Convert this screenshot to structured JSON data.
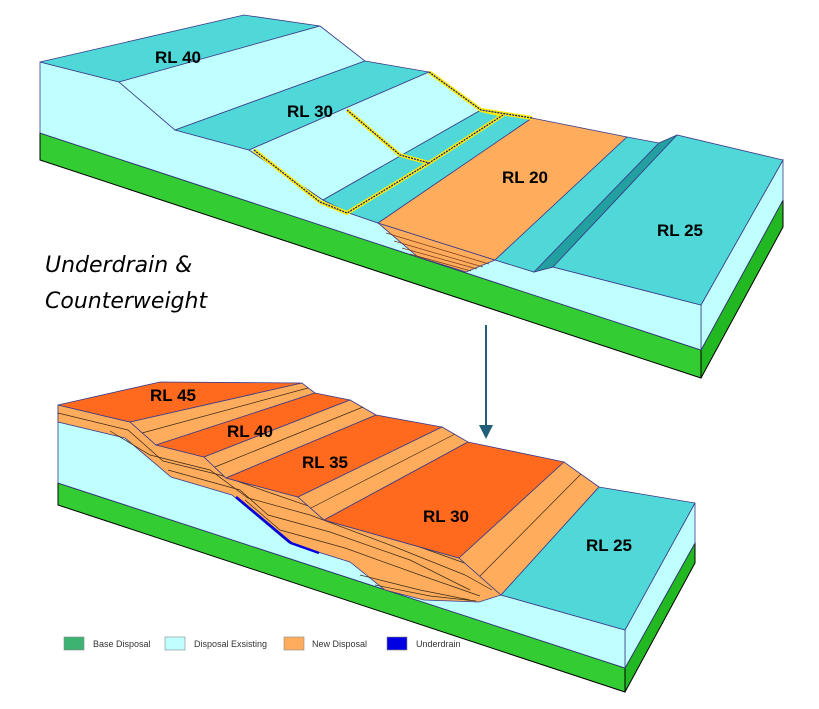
{
  "title_line1": "Underdrain &",
  "title_line2": "Counterweight",
  "top_diagram": {
    "labels": [
      "RL 40",
      "RL 30",
      "RL 20",
      "RL 25"
    ]
  },
  "bottom_diagram": {
    "labels": [
      "RL 45",
      "RL 40",
      "RL 35",
      "RL 30",
      "RL 25"
    ]
  },
  "legend": [
    {
      "label": "Base Disposal",
      "color": "#3cb371"
    },
    {
      "label": "Disposal Exsisting",
      "color": "#c0ffff"
    },
    {
      "label": "New Disposal",
      "color": "#ffad5c"
    },
    {
      "label": "Underdrain",
      "color": "#0000e0"
    }
  ],
  "colors": {
    "terrace_cyan": "#50d8d8",
    "existing": "#c0ffff",
    "new_disposal": "#ffad5c",
    "new_terrace": "#ff6a1f",
    "base_green": "#33cc33",
    "arrow": "#1f5f7a"
  }
}
